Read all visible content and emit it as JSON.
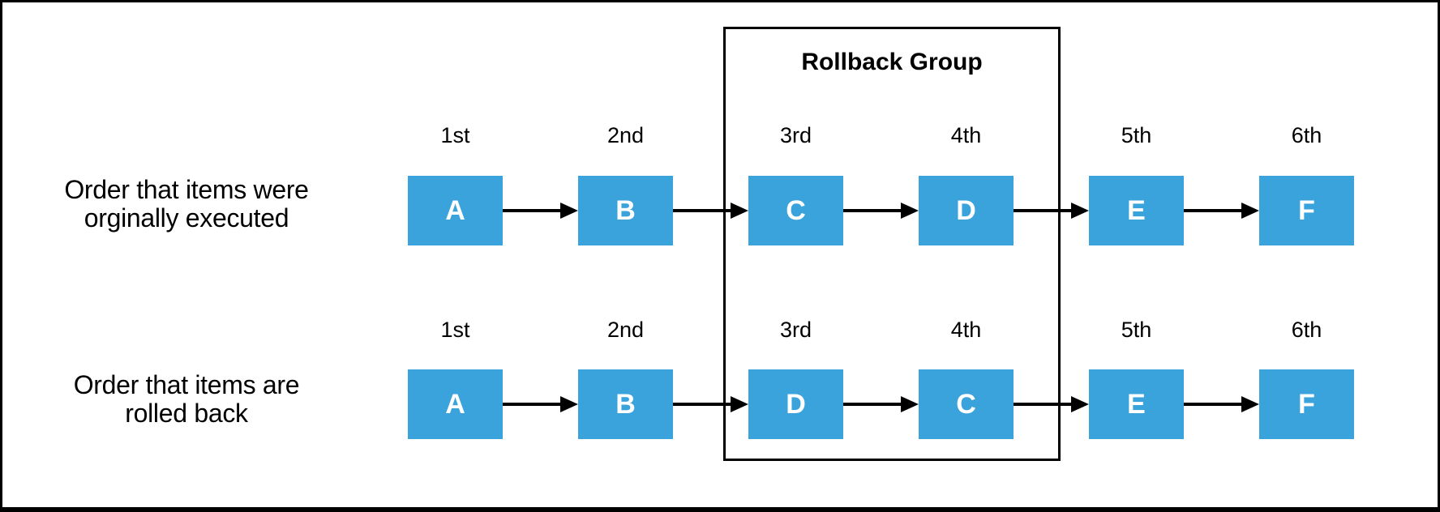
{
  "diagram": {
    "colors": {
      "background": "#ffffff",
      "line": "#000000",
      "node_fill": "#3BA3DC",
      "node_text": "#ffffff"
    },
    "rollback_group": {
      "label": "Rollback Group"
    },
    "rows": [
      {
        "label": {
          "line1": "Order that items were",
          "line2": "orginally executed"
        },
        "nodes": [
          {
            "ordinal": "1st",
            "letter": "A"
          },
          {
            "ordinal": "2nd",
            "letter": "B"
          },
          {
            "ordinal": "3rd",
            "letter": "C"
          },
          {
            "ordinal": "4th",
            "letter": "D"
          },
          {
            "ordinal": "5th",
            "letter": "E"
          },
          {
            "ordinal": "6th",
            "letter": "F"
          }
        ]
      },
      {
        "label": {
          "line1": "Order that items are",
          "line2": "rolled back"
        },
        "nodes": [
          {
            "ordinal": "1st",
            "letter": "A"
          },
          {
            "ordinal": "2nd",
            "letter": "B"
          },
          {
            "ordinal": "3rd",
            "letter": "D"
          },
          {
            "ordinal": "4th",
            "letter": "C"
          },
          {
            "ordinal": "5th",
            "letter": "E"
          },
          {
            "ordinal": "6th",
            "letter": "F"
          }
        ]
      }
    ]
  }
}
